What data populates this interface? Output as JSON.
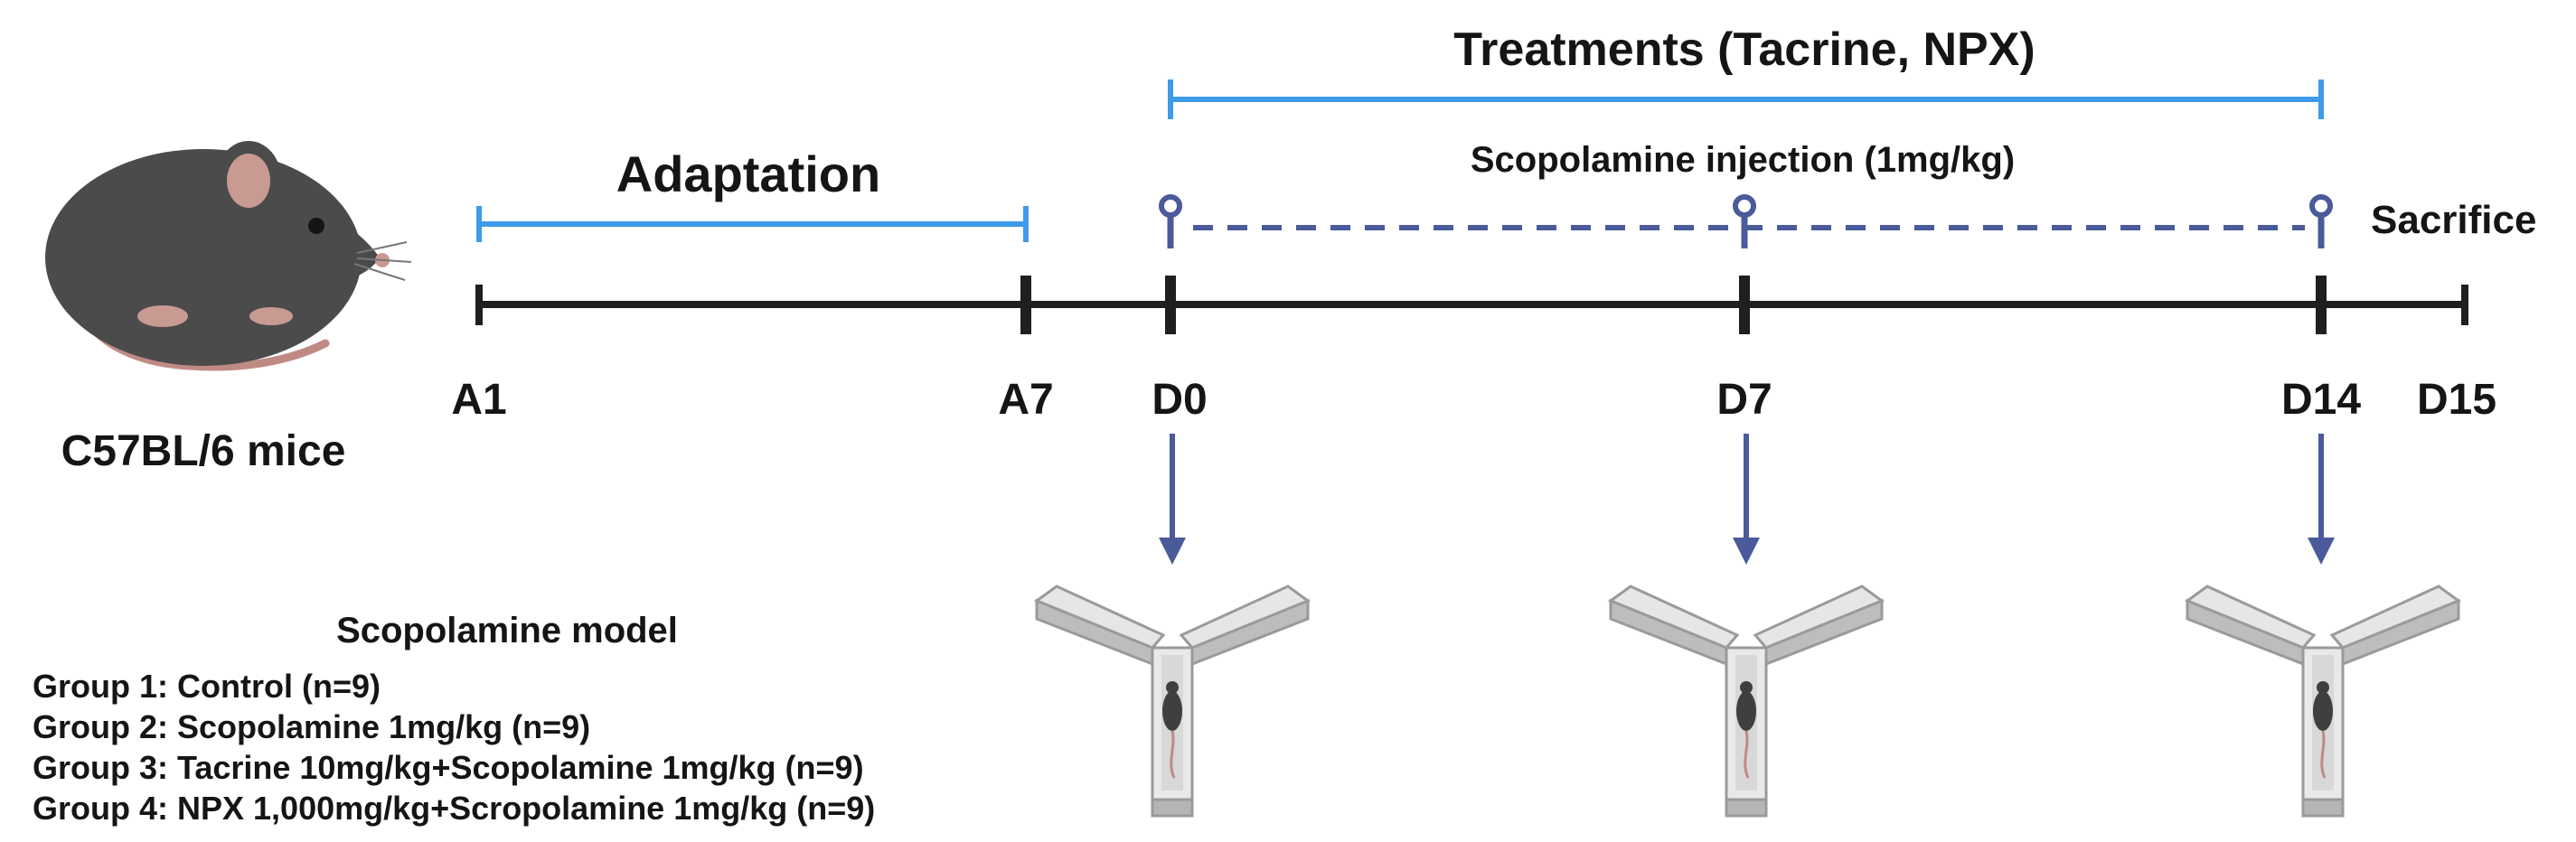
{
  "subject": {
    "label": "C57BL/6 mice"
  },
  "phases": {
    "adaptation": "Adaptation",
    "treatments": "Treatments (Tacrine, NPX)",
    "injection": "Scopolamine injection (1mg/kg)",
    "sacrifice": "Sacrifice"
  },
  "timepoints": [
    "A1",
    "A7",
    "D0",
    "D7",
    "D14",
    "D15"
  ],
  "model": {
    "title": "Scopolamine model",
    "groups": [
      "Group 1: Control (n=9)",
      "Group 2: Scopolamine 1mg/kg (n=9)",
      "Group 3: Tacrine 10mg/kg+Scopolamine 1mg/kg (n=9)",
      "Group 4: NPX 1,000mg/kg+Scropolamine 1mg/kg (n=9)"
    ]
  },
  "colors": {
    "timeline": "#1f1f1f",
    "bracket": "#3d9be9",
    "injection": "#4a5a9a",
    "mouse_body": "#4b4b4b",
    "mouse_pink": "#c99a92",
    "maze": "#c8c8c8"
  },
  "icons": [
    "mouse-icon",
    "y-maze-icon"
  ]
}
